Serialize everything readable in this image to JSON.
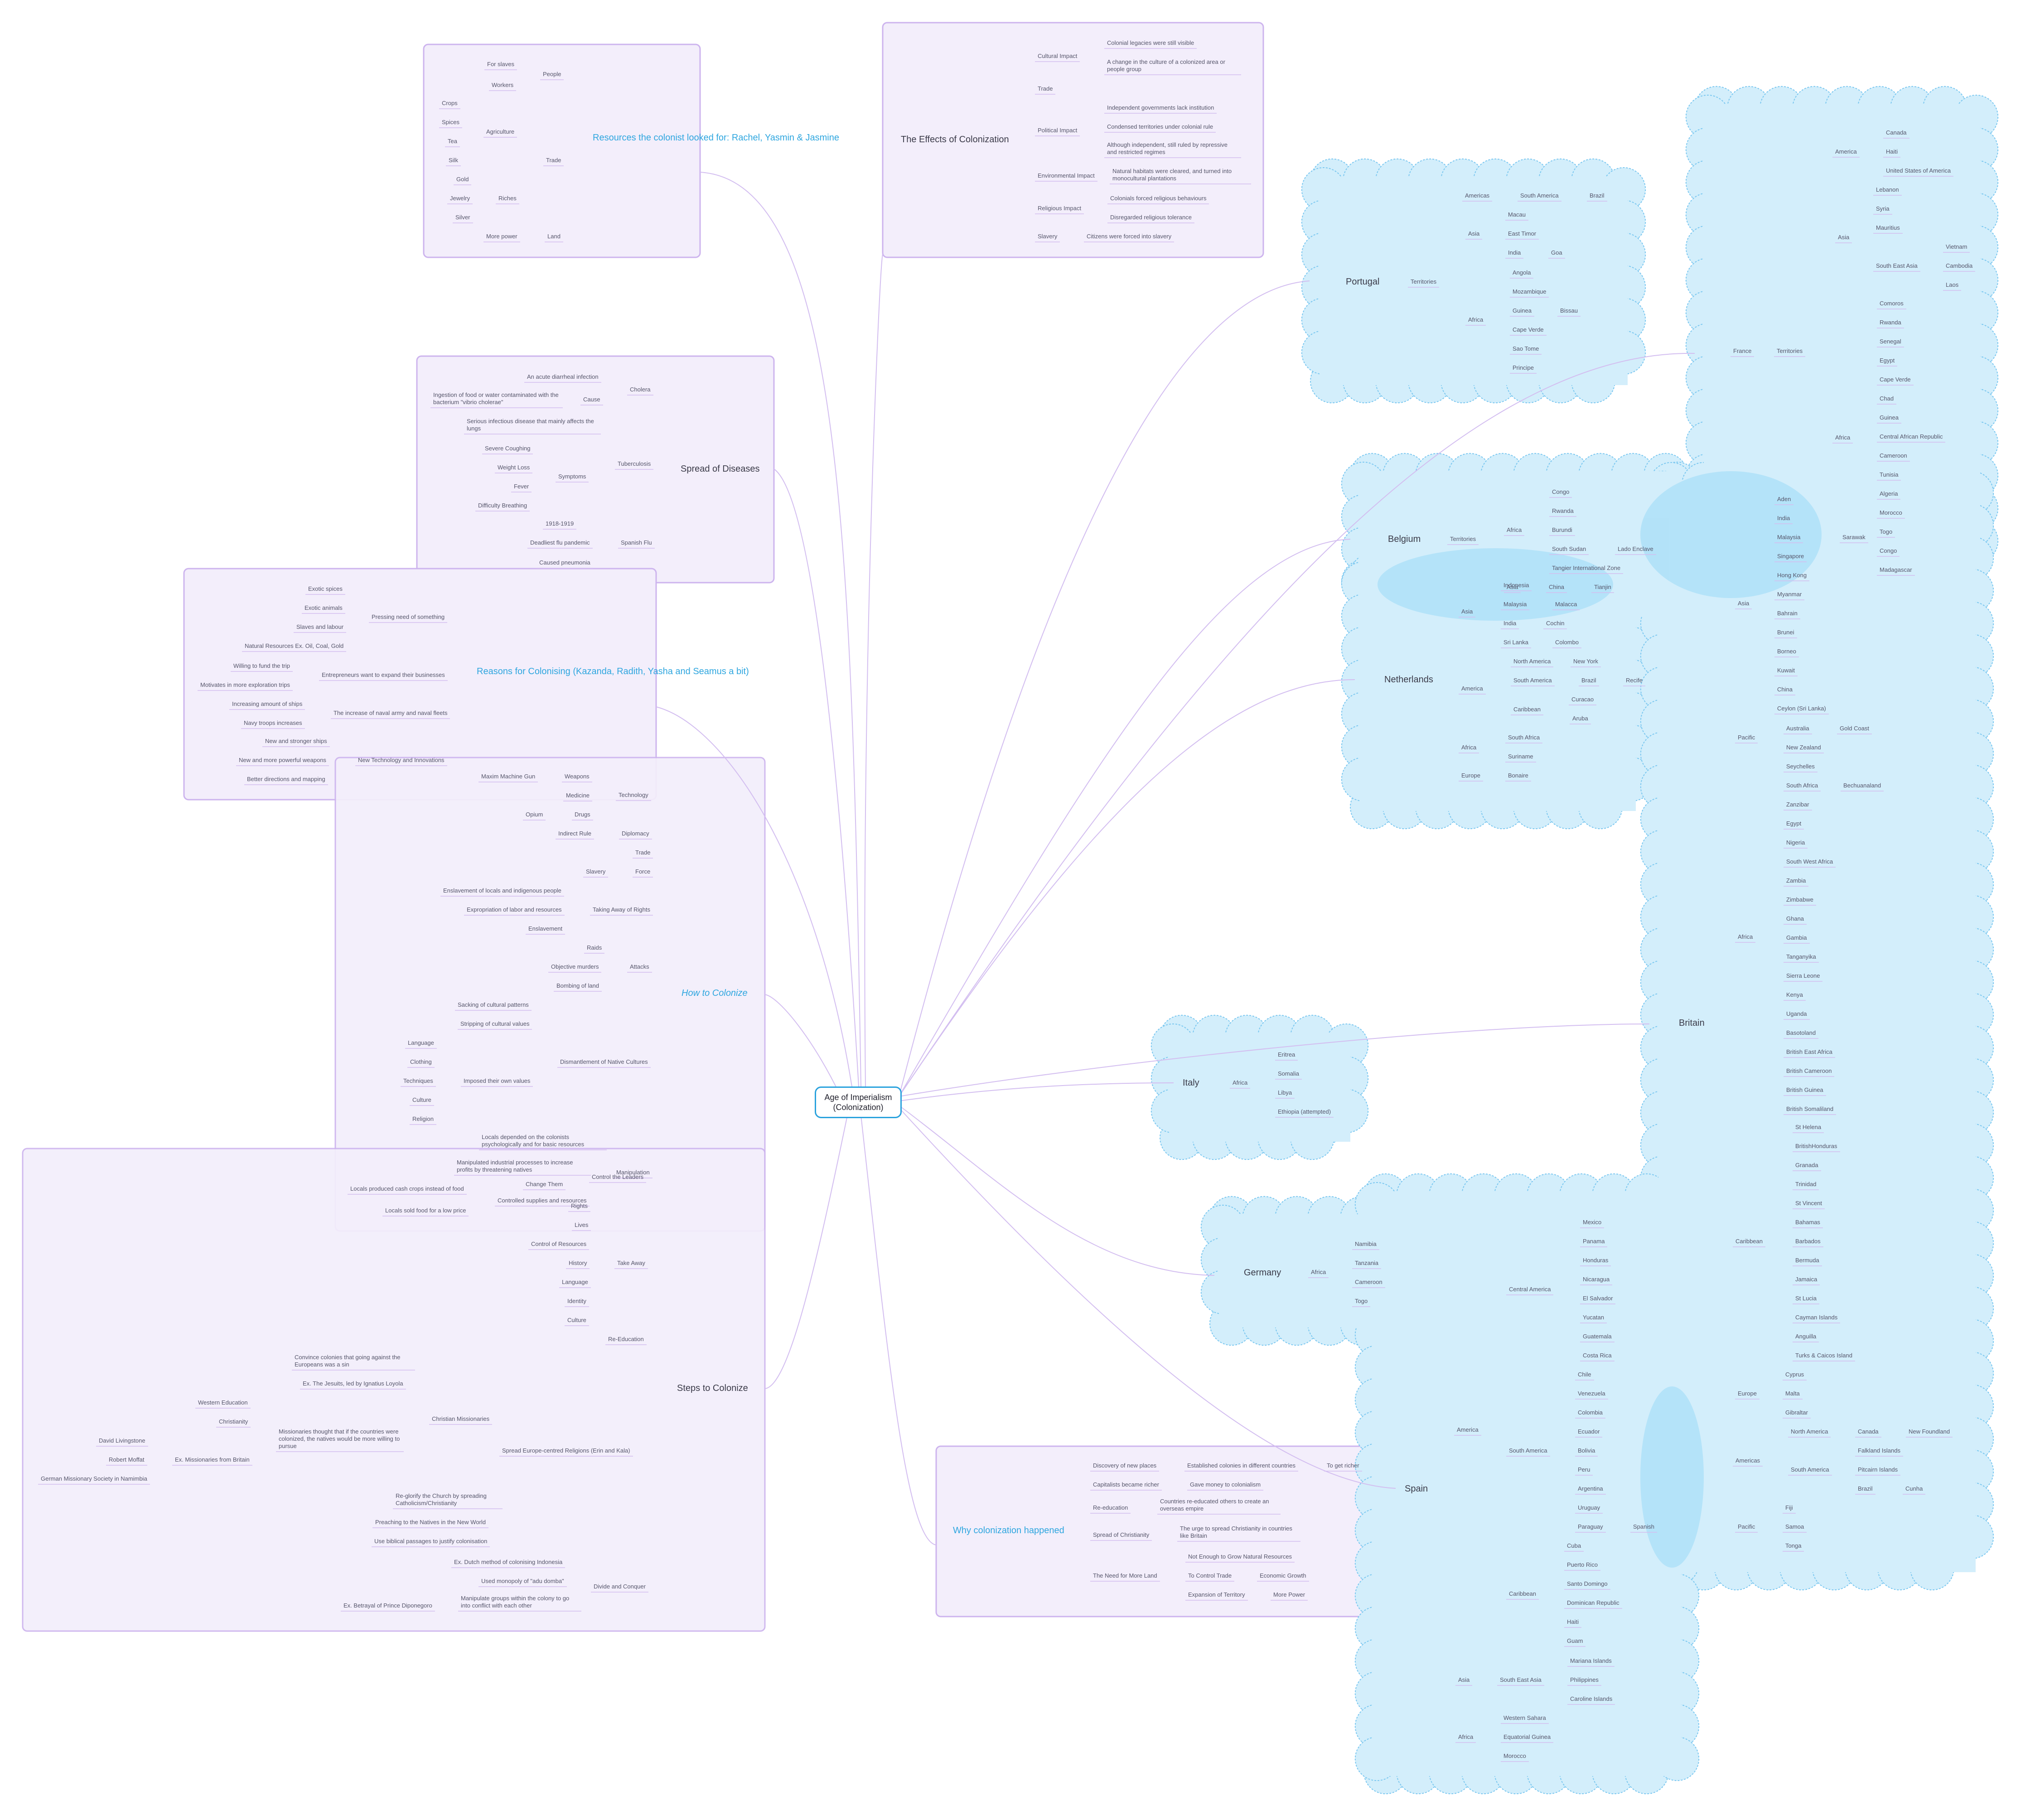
{
  "root": {
    "label": "Age of Imperialism\n(Colonization)"
  },
  "colors": {
    "panel": "#f3eefb",
    "panel_border": "#cdb4ee",
    "cloud": "#d3eefb",
    "cloud_dark": "#aee1f8",
    "cloud_border": "#7cc8f0",
    "link": "#d3bef0",
    "accent": "#2ea6df"
  },
  "resources": {
    "title": "Resources the colonist looked for: Rachel, Yasmin & Jasmine",
    "people": "People",
    "for_slaves": "For slaves",
    "workers": "Workers",
    "trade": "Trade",
    "agriculture": "Agriculture",
    "crops": "Crops",
    "spices": "Spices",
    "tea": "Tea",
    "silk": "Silk",
    "riches": "Riches",
    "gold": "Gold",
    "jewelry": "Jewelry",
    "silver": "Silver",
    "land": "Land",
    "more_power": "More power"
  },
  "effects": {
    "title": "The Effects of Colonization",
    "cultural": "Cultural Impact",
    "cultural_1": "Colonial legacies were still visible",
    "cultural_2": "A change in the culture of a colonized area or people group",
    "trade": "Trade",
    "political": "Political Impact",
    "political_1": "Independent governments lack institution",
    "political_2": "Condensed territories under colonial rule",
    "political_3": "Although independent, still ruled by repressive and restricted regimes",
    "environmental": "Environmental Impact",
    "environmental_1": "Natural habitats were cleared, and turned into monocultural plantations",
    "religious": "Religious Impact",
    "religious_1": "Colonials forced religious behaviours",
    "religious_2": "Disregarded religious tolerance",
    "slavery": "Slavery",
    "slavery_1": "Citizens were forced into slavery"
  },
  "diseases": {
    "title": "Spread of Diseases",
    "cholera": "Cholera",
    "cholera_1": "An acute diarrheal infection",
    "cause": "Cause",
    "cause_1": "Ingestion of food or water contaminated with the bacterium \"vibrio cholerae\"",
    "tb": "Tuberculosis",
    "tb_1": "Serious infectious disease  that mainly affects the lungs",
    "symptoms": "Symptoms",
    "sym_1": "Severe Coughing",
    "sym_2": "Weight Loss",
    "sym_3": "Fever",
    "sym_4": "Difficulty Breathing",
    "flu": "Spanish Flu",
    "flu_1": "1918-1919",
    "flu_2": "Deadliest flu pandemic",
    "flu_3": "Caused pneumonia"
  },
  "reasons": {
    "title": "Reasons for Colonising (Kazanda, Radith, Yasha and Seamus a bit)",
    "need": "Pressing need of something",
    "need_1": "Exotic spices",
    "need_2": "Exotic animals",
    "need_3": "Slaves and labour",
    "need_4": "Natural Resources Ex. Oil, Coal, Gold",
    "ent": "Entrepreneurs want to expand their businesses",
    "ent_1": "Willing to fund the trip",
    "ent_2": "Motivates in more exploration trips",
    "navy": "The increase of naval army and naval fleets",
    "navy_1": "Increasing amount of ships",
    "navy_2": "Navy troops increases",
    "tech": "New Technology and Innovations",
    "tech_1": "New and stronger ships",
    "tech_2": "New and more powerful weapons",
    "tech_3": "Better directions and mapping"
  },
  "how": {
    "title": "How to Colonize",
    "technology": "Technology",
    "weapons": "Weapons",
    "maxim": "Maxim Machine Gun",
    "medicine": "Medicine",
    "drugs": "Drugs",
    "opium": "Opium",
    "diplomacy": "Diplomacy",
    "indirect": "Indirect Rule",
    "trade": "Trade",
    "force": "Force",
    "slavery": "Slavery",
    "rights": "Taking Away of Rights",
    "rights_1": "Enslavement of locals and indigenous people",
    "rights_2": "Expropriation of labor and resources",
    "rights_3": "Enslavement",
    "attacks": "Attacks",
    "raids": "Raids",
    "murders": "Objective murders",
    "bombing": "Bombing of land",
    "dismantle": "Dismantlement of Native Cultures",
    "sacking": "Sacking of cultural patterns",
    "stripping": "Stripping of cultural values",
    "imposed": "Imposed their own values",
    "language": "Language",
    "clothing": "Clothing",
    "techniques": "Techniques",
    "culture": "Culture",
    "religion": "Religion",
    "dependence": "Locals depended on the colonists psychologically and for basic resources",
    "manipulated": "Manipulated industrial processes to increase profits by threatening natives",
    "manipulation": "Manipulation",
    "control_leaders": "Control the Leaders",
    "cash_crops": "Locals produced cash crops instead of food",
    "change_them": "Change Them"
  },
  "steps": {
    "title": "Steps to Colonize",
    "controlled": "Controlled supplies and resources",
    "sold_food": "Locals sold food for a low price",
    "take_away": "Take Away",
    "rights": "Rights",
    "lives": "Lives",
    "control_res": "Control of Resources",
    "history": "History",
    "language": "Language",
    "identity": "Identity",
    "culture": "Culture",
    "reeducation": "Re-Education",
    "spread": "Spread Europe-centred Religions (Erin and Kala)",
    "missionaries": "Christian Missionaries",
    "convince": "Convince colonies that going against the Europeans was a sin",
    "jesuits": "Ex. The Jesuits, led by Ignatius Loyola",
    "missionaries_thought": "Missionaries thought that if the countries were colonized, the natives would be more willing to pursue",
    "western": "Western Education",
    "christianity": "Christianity",
    "ex_britain": "Ex. Missionaries from Britain",
    "livingstone": "David Livingstone",
    "moffat": "Robert Moffat",
    "german": "German Missionary Society in Namimbia",
    "reglorify": "Re-glorify the Church by spreading Catholicism/Christianity",
    "preaching": "Preaching to the Natives in the New World",
    "biblical": "Use biblical passages to justify colonisation",
    "divide": "Divide and Conquer",
    "dutch": "Ex. Dutch method of colonising Indonesia",
    "monopoly": "Used monopoly of \"adu domba\"",
    "manipulate": "Manipulate groups within the colony to go into conflict with each other",
    "betrayal": "Ex. Betrayal of Prince Diponegoro"
  },
  "why": {
    "title": "Why colonization happened",
    "discovery": "Discovery of new places",
    "established": "Established colonies in different countries",
    "richer": "To get richer",
    "capitalists": "Capitalists became richer",
    "gave_money": "Gave money to colonialism",
    "reeducation": "Re-education",
    "countries_re": "Countries re-educated others to create an overseas empire",
    "christianity": "Spread of Christianity",
    "urge": "The urge to spread Christianity in countries like Britain",
    "need_land": "The Need for More Land",
    "not_enough": "Not Enough to Grow Natural Resources",
    "control_trade": "To Control Trade",
    "econ": "Economic Growth",
    "expansion": "Expansion of Territory",
    "more_power": "More Power"
  },
  "portugal": {
    "title": "Portugal",
    "territories": "Territories",
    "americas": "Americas",
    "south_america": "South America",
    "brazil": "Brazil",
    "asia": "Asia",
    "macau": "Macau",
    "east_timor": "East Timor",
    "india": "India",
    "goa": "Goa",
    "africa": "Africa",
    "angola": "Angola",
    "mozambique": "Mozambique",
    "guinea": "Guinea",
    "bissau": "Bissau",
    "cape_verde": "Cape Verde",
    "sao_tome": "Sao Tome",
    "principe": "Principe"
  },
  "france": {
    "title": "France",
    "territories": "Territories",
    "america": "America",
    "canada": "Canada",
    "haiti": "Haiti",
    "usa": "United States of America",
    "asia": "Asia",
    "lebanon": "Lebanon",
    "syria": "Syria",
    "mauritius": "Mauritius",
    "sea": "South East Asia",
    "vietnam": "Vietnam",
    "cambodia": "Cambodia",
    "laos": "Laos",
    "africa": "Africa",
    "african": [
      "Comoros",
      "Rwanda",
      "Senegal",
      "Egypt",
      "Cape Verde",
      "Chad",
      "Guinea",
      "Central African Republic",
      "Cameroon",
      "Tunisia",
      "Algeria",
      "Morocco",
      "Togo",
      "Congo",
      "Madagascar"
    ]
  },
  "belgium": {
    "title": "Belgium",
    "territories": "Territories",
    "africa": "Africa",
    "congo": "Congo",
    "rwanda": "Rwanda",
    "burundi": "Burundi",
    "south_sudan": "South Sudan",
    "lado": "Lado Enclave",
    "asia": "Asia",
    "china": "China",
    "tianjin": "Tianjin",
    "tangier": "Tangier International Zone"
  },
  "netherlands": {
    "title": "Netherlands",
    "asia": "Asia",
    "indonesia": "Indonesia",
    "malaysia": "Malaysia",
    "malacca": "Malacca",
    "india": "India",
    "cochin": "Cochin",
    "sri_lanka": "Sri Lanka",
    "colombo": "Colombo",
    "america": "America",
    "north_america": "North America",
    "new_york": "New York",
    "south_america": "South America",
    "brazil": "Brazil",
    "recife": "Recife",
    "caribbean": "Caribbean",
    "curacao": "Curacao",
    "aruba": "Aruba",
    "africa": "Africa",
    "south_africa": "South Africa",
    "suriname": "Suriname",
    "europe": "Europe",
    "bonaire": "Bonaire"
  },
  "italy": {
    "title": "Italy",
    "africa": "Africa",
    "eritrea": "Eritrea",
    "somalia": "Somalia",
    "libya": "Libya",
    "ethiopia": "Ethiopia (attempted)"
  },
  "germany": {
    "title": "Germany",
    "africa": "Africa",
    "namibia": "Namibia",
    "tanzania": "Tanzania",
    "cameroon": "Cameroon",
    "togo": "Togo"
  },
  "britain": {
    "title": "Britain",
    "asia": "Asia",
    "asian": [
      "Aden",
      "India",
      "Malaysia",
      "Singapore",
      "Hong Kong",
      "Myanmar",
      "Bahrain",
      "Brunei",
      "Borneo",
      "Kuwait",
      "China",
      "Ceylon (Sri Lanka)"
    ],
    "sarawak": "Sarawak",
    "pacific": "Pacific",
    "australia": "Australia",
    "gold_coast": "Gold Coast",
    "new_zealand": "New Zealand",
    "africa": "Africa",
    "african": [
      "Seychelles",
      "South Africa",
      "Zanzibar",
      "Egypt",
      "Nigeria",
      "South West Africa",
      "Zambia",
      "Zimbabwe",
      "Ghana",
      "Gambia",
      "Tanganyika",
      "Sierra Leone",
      "Kenya",
      "Uganda",
      "Basotoland",
      "British East Africa",
      "British Cameroon",
      "British Guinea",
      "British Somaliland"
    ],
    "bechuanaland": "Bechuanaland",
    "caribbean": "Caribbean",
    "caribbean_list": [
      "St Helena",
      "BritishHonduras",
      "Granada",
      "Trinidad",
      "St Vincent",
      "Bahamas",
      "Barbados",
      "Bermuda",
      "Jamaica",
      "St Lucia",
      "Cayman Islands",
      "Anguilla",
      "Turks & Caicos Island"
    ],
    "europe": "Europe",
    "cyprus": "Cyprus",
    "malta": "Malta",
    "gibraltar": "Gibraltar",
    "americas": "Americas",
    "north_america": "North America",
    "canada": "Canada",
    "newfoundland": "New Foundland",
    "south_america": "South America",
    "falkland": "Falkland Islands",
    "pitcairn": "Pitcairn Islands",
    "brazil": "Brazil",
    "cunha": "Cunha",
    "pacific2": "Pacific",
    "fiji": "Fiji",
    "samoa": "Samoa",
    "tonga": "Tonga"
  },
  "spain": {
    "title": "Spain",
    "america": "America",
    "central_america": "Central America",
    "central": [
      "Mexico",
      "Panama",
      "Honduras",
      "Nicaragua",
      "El Salvador",
      "Yucatan",
      "Guatemala",
      "Costa Rica"
    ],
    "south_america": "South America",
    "south": [
      "Chile",
      "Venezuela",
      "Colombia",
      "Ecuador",
      "Bolivia",
      "Peru",
      "Argentina",
      "Uruguay"
    ],
    "paraguay": "Paraguay",
    "spanish": "Spanish",
    "caribbean": "Caribbean",
    "caribbean_list": [
      "Cuba",
      "Puerto Rico",
      "Santo Domingo",
      "Dominican Republic",
      "Haiti",
      "Guam"
    ],
    "asia": "Asia",
    "sea": "South East Asia",
    "mariana": "Mariana Islands",
    "philippines": "Philippines",
    "caroline": "Caroline Islands",
    "africa": "Africa",
    "western_sahara": "Western Sahara",
    "eq_guinea": "Equatorial Guinea",
    "morocco": "Morocco"
  }
}
